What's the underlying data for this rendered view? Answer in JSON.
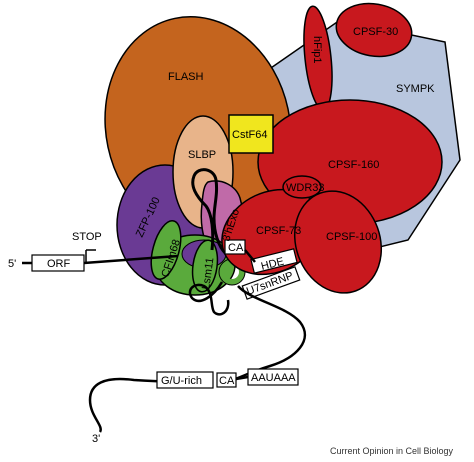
{
  "labels": {
    "flash": "FLASH",
    "hfip1": "hFip1",
    "cpsf30": "CPSF-30",
    "sympk": "SYMPK",
    "cstf64": "CstF64",
    "slbp": "SLBP",
    "cpsf160": "CPSF-160",
    "zfp100": "ZFP-100",
    "hexo3": "3'hExo",
    "wdr33": "WDR33",
    "cpsf73": "CPSF-73",
    "cpsf100": "CPSF-100",
    "stop": "STOP",
    "five_prime": "5'",
    "orf": "ORF",
    "cfim68": "CFIm68",
    "lsm11": "Lsm11",
    "ca_top": "CA",
    "hde": "HDE",
    "u7snrnp": "U7snRNP",
    "gu_rich": "G/U-rich",
    "ca_bottom": "CA",
    "auauaa": "AAUAAA",
    "three_prime": "3'"
  },
  "credit": "Current Opinion in Cell Biology",
  "colors": {
    "flash": "#c4641e",
    "sympk": "#b8c6de",
    "cpsf": "#c8181e",
    "cstf64": "#f0e61e",
    "slbp": "#e8b48a",
    "zfp100": "#6a3a94",
    "hexo": "#c06aa8",
    "green": "#5aaa3c"
  }
}
